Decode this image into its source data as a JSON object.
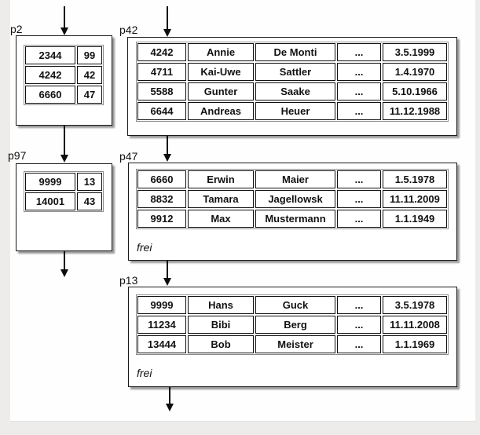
{
  "pages": {
    "p2": {
      "label": "p2",
      "rows": [
        [
          "2344",
          "99"
        ],
        [
          "4242",
          "42"
        ],
        [
          "6660",
          "47"
        ]
      ]
    },
    "p97": {
      "label": "p97",
      "rows": [
        [
          "9999",
          "13"
        ],
        [
          "14001",
          "43"
        ]
      ]
    },
    "p42": {
      "label": "p42",
      "rows": [
        [
          "4242",
          "Annie",
          "De Monti",
          "...",
          "3.5.1999"
        ],
        [
          "4711",
          "Kai-Uwe",
          "Sattler",
          "...",
          "1.4.1970"
        ],
        [
          "5588",
          "Gunter",
          "Saake",
          "...",
          "5.10.1966"
        ],
        [
          "6644",
          "Andreas",
          "Heuer",
          "...",
          "11.12.1988"
        ]
      ]
    },
    "p47": {
      "label": "p47",
      "rows": [
        [
          "6660",
          "Erwin",
          "Maier",
          "...",
          "1.5.1978"
        ],
        [
          "8832",
          "Tamara",
          "Jagellowsk",
          "...",
          "11.11.2009"
        ],
        [
          "9912",
          "Max",
          "Mustermann",
          "...",
          "1.1.1949"
        ]
      ],
      "free_label": "frei"
    },
    "p13": {
      "label": "p13",
      "rows": [
        [
          "9999",
          "Hans",
          "Guck",
          "...",
          "3.5.1978"
        ],
        [
          "11234",
          "Bibi",
          "Berg",
          "...",
          "11.11.2008"
        ],
        [
          "13444",
          "Bob",
          "Meister",
          "...",
          "1.1.1969"
        ]
      ],
      "free_label": "frei"
    }
  },
  "colors": {
    "background": "#edecea",
    "canvas": "#fefefe",
    "box_border": "#1a1a1a",
    "table_outline": "#8c8c8c",
    "text": "#111111",
    "arrow": "#0c0c0c"
  }
}
